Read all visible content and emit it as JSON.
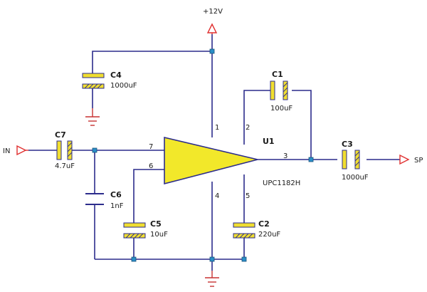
{
  "power": {
    "label": "+12V"
  },
  "ports": {
    "input": "IN",
    "output": "SP"
  },
  "opamp": {
    "ref": "U1",
    "part": "UPC1182H",
    "pins": {
      "p1": "1",
      "p2": "2",
      "p3": "3",
      "p4": "4",
      "p5": "5",
      "p6": "6",
      "p7": "7"
    }
  },
  "components": {
    "c1": {
      "ref": "C1",
      "value": "100uF"
    },
    "c2": {
      "ref": "C2",
      "value": "220uF"
    },
    "c3": {
      "ref": "C3",
      "value": "1000uF"
    },
    "c4": {
      "ref": "C4",
      "value": "1000uF"
    },
    "c5": {
      "ref": "C5",
      "value": "10uF"
    },
    "c6": {
      "ref": "C6",
      "value": "1nF"
    },
    "c7": {
      "ref": "C7",
      "value": "4.7uF"
    }
  },
  "colors": {
    "wire": "#2c2c8c",
    "opamp_fill": "#f2e82a",
    "cap_plate": "#f0de30",
    "ground": "#c83232",
    "power": "#e03030",
    "junction": "#2a8fc8"
  }
}
